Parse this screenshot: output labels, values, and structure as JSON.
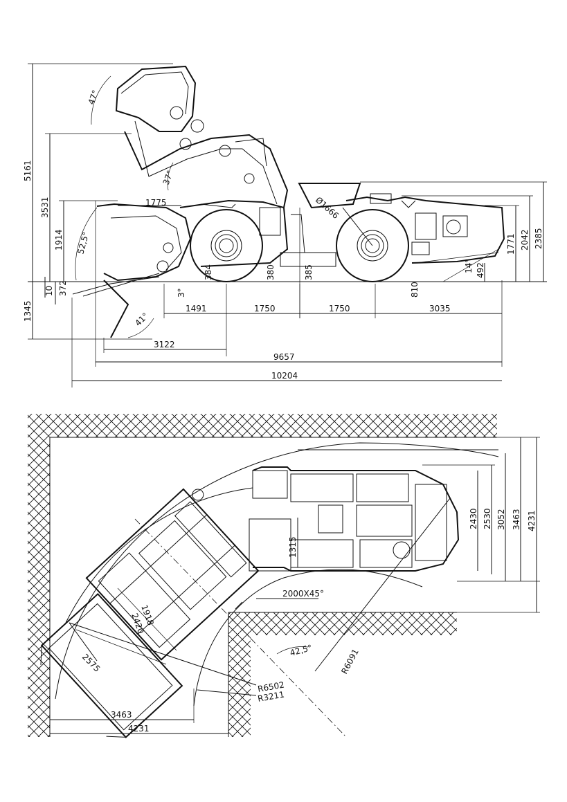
{
  "side_view": {
    "dims": {
      "d5161": "5161",
      "d3531": "3531",
      "d1914": "1914",
      "d1345": "1345",
      "d10": "10",
      "d372": "372",
      "ang47": "47°",
      "ang37": "37°",
      "ang525": "52,5°",
      "ang3": "3°",
      "ang41": "41°",
      "ang14": "14°",
      "d1775": "1775",
      "dia1666": "Ø1666",
      "d384": "384",
      "d380": "380",
      "d385": "385",
      "d810": "810",
      "d492": "492",
      "d1771": "1771",
      "d2042": "2042",
      "d2385": "2385",
      "d1491": "1491",
      "d1750a": "1750",
      "d1750b": "1750",
      "d3035": "3035",
      "d3122": "3122",
      "d9657": "9657",
      "d10204": "10204"
    }
  },
  "plan_view": {
    "dims": {
      "d2430": "2430",
      "d2530": "2530",
      "d3052": "3052",
      "d3463r": "3463",
      "d4231r": "4231",
      "d1315": "1315",
      "chamfer": "2000X45°",
      "d1918": "1918",
      "d2420": "2420",
      "d2575": "2575",
      "ang425": "42,5°",
      "r6091": "R6091",
      "r6502": "R6502",
      "r3211": "R3211",
      "d3463b": "3463",
      "d4231b": "4231"
    }
  }
}
